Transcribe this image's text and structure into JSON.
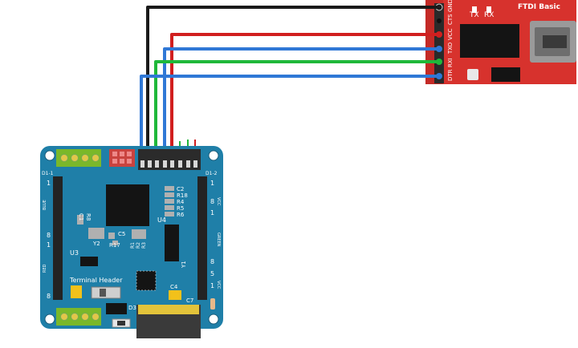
{
  "ftdi": {
    "title": "FTDI Basic",
    "tx": "TX",
    "rx": "RX",
    "pins": [
      "DTR",
      "RXI",
      "TXO",
      "VCC",
      "CTS",
      "GND"
    ]
  },
  "board": {
    "label_terminal": "Terminal Header",
    "left_header_tag": "D1-1",
    "right_header_tag": "D1-2",
    "left_side": [
      "1",
      "8",
      "1",
      "8"
    ],
    "left_colors": [
      "BLUE",
      "RED"
    ],
    "right_side": [
      "1",
      "8",
      "1",
      "8",
      "5",
      "1"
    ],
    "right_texts": [
      "VCC",
      "GREEN",
      "VCC"
    ],
    "u3": "U3",
    "u4": "U4",
    "y1": "Y1",
    "y2": "Y2",
    "d3": "D3",
    "c4": "C4",
    "c5": "C5",
    "c7": "C7",
    "r17": "R17",
    "r1": "R1",
    "r2": "R2",
    "r3": "R3",
    "r8": "R8",
    "c1": "C1",
    "comp_list": [
      "C2",
      "R18",
      "R4",
      "R5",
      "R6"
    ]
  },
  "wires": [
    {
      "name": "gnd-wire",
      "color": "#1a1a1a"
    },
    {
      "name": "vcc-wire",
      "color": "#d11f1f"
    },
    {
      "name": "txo-wire",
      "color": "#2f78d6"
    },
    {
      "name": "rxi-wire",
      "color": "#1fb83a"
    },
    {
      "name": "dtr-wire",
      "color": "#2f78d6"
    }
  ]
}
